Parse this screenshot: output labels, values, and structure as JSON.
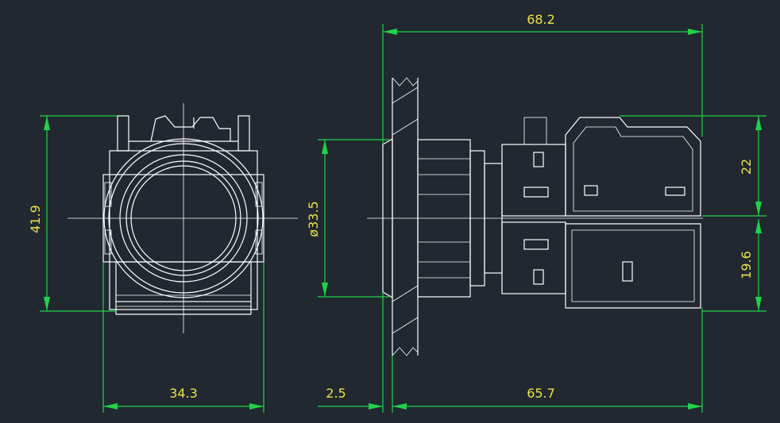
{
  "dimensions": {
    "overall_length": "68.2",
    "height": "41.9",
    "diameter": "ø33.5",
    "width": "34.3",
    "panel_offset": "2.5",
    "body_length": "65.7",
    "upper_block": "22",
    "lower_block": "19.6"
  },
  "colors": {
    "background": "#212830",
    "dimension_line": "#22d14a",
    "dimension_text": "#e8e24a",
    "outline": "#ffffff"
  }
}
